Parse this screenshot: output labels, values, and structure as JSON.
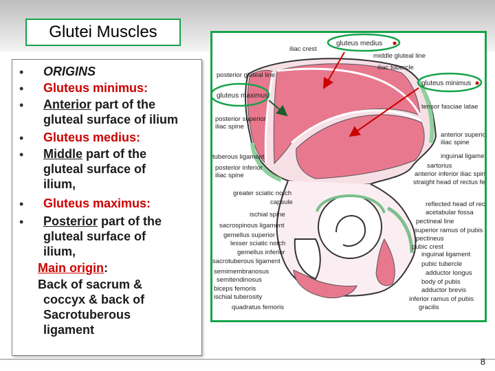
{
  "slide": {
    "title": "Glutei Muscles",
    "page_number": "8"
  },
  "text": {
    "origins": "ORIGINS",
    "min_name": "Gluteus minimus:",
    "min_l1a": "Anterior",
    "min_l1b": " part of the",
    "min_l2": "gluteal surface of ilium",
    "med_name": "Gluteus medius:",
    "med_l1a": "Middle",
    "med_l1b": " part of the",
    "med_l2": "gluteal surface of",
    "med_l3": "ilium,",
    "max_name": "Gluteus maximus:",
    "max_l1a": "Posterior",
    "max_l1b": " part of the",
    "max_l2": "gluteal surface of",
    "max_l3": "ilium,",
    "main_label": "Main origin",
    "main_colon": ":",
    "main_l1": "Back of sacrum &",
    "main_l2": "coccyx & back of",
    "main_l3": "Sacrotuberous",
    "main_l4": "ligament"
  },
  "bullet_glyph": "•",
  "figure": {
    "callouts": {
      "gluteus_medius": "gluteus medius",
      "gluteus_maximus": "gluteus maximus",
      "gluteus_minimus": "gluteus minimus"
    },
    "labels": {
      "iliac_crest": "iliac crest",
      "middle_gluteal_line": "middle gluteal line",
      "iliac_tubercle": "iliac tubercle",
      "posterior_gluteal_line": "posterior gluteal line",
      "tensor_fasciae_latae": "tensor fasciae latae",
      "posterior_superior": "posterior superior",
      "iliac_spine_1": "iliac spine",
      "anterior_superior": "anterior superior",
      "iliac_spine_2": "iliac spine",
      "tuberous_ligament": "tuberous ligament",
      "inguinal_ligament_1": "inguinal ligament",
      "posterior_inferior": "posterior inferior",
      "iliac_spine_3": "iliac spine",
      "sartorius": "sartorius",
      "anterior_inferior_iliac_spine": "anterior inferior iliac spine",
      "straight_head": "straight head of rectus femoris",
      "greater_sciatic_notch": "greater sciatic notch",
      "capsule": "capsule",
      "reflected_head": "reflected head of rectus femoris",
      "ischial_spine": "ischial spine",
      "acetabular_fossa": "acetabular fossa",
      "sacrospinous_ligament": "sacrospinous ligament",
      "pectineal_line": "pectineal line",
      "gemellus_superior": "gemellus superior",
      "superior_ramus_pubis": "superior ramus of pubis",
      "lesser_sciatic_notch": "lesser sciatic notch",
      "pectineus": "pectineus",
      "gemellus_inferior": "gemellus inferior",
      "pubic_crest": "pubic crest",
      "sacrotuberous_ligament": "sacrotuberous ligament",
      "inguinal_ligament_2": "inguinal ligament",
      "semimembranosus": "semimembranosus",
      "pubic_tubercle": "pubic tubercle",
      "semitendinosus": "semitendinosus",
      "adductor_longus": "adductor longus",
      "biceps_femoris": "biceps femoris",
      "body_of_pubis": "body of pubis",
      "ischial_tuberosity": "ischial tuberosity",
      "adductor_brevis": "adductor brevis",
      "quadratus_femoris": "quadratus femoris",
      "inferior_ramus_pubis": "inferior ramus of pubis",
      "gracilis": "gracilis"
    }
  }
}
